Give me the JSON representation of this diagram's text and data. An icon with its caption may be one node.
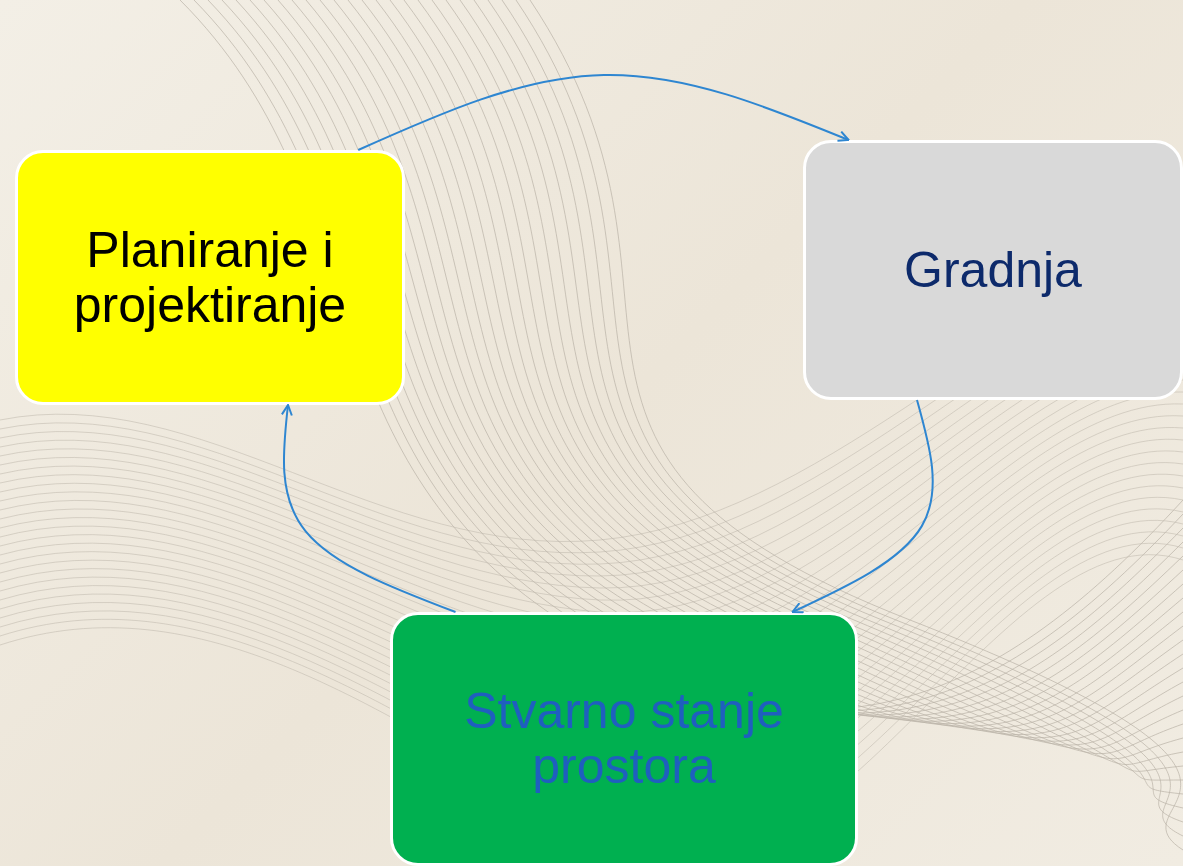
{
  "diagram": {
    "nodes": [
      {
        "text": [
          "Planiranje i projektiranje"
        ]
      },
      {
        "text": [
          "Gradnja"
        ]
      },
      {
        "text": [
          "Stvarno stanje prostora"
        ]
      }
    ],
    "edges": [
      {
        "from": 0,
        "to": 1,
        "arrow": "to"
      },
      {
        "from": 1,
        "to": 2,
        "arrow": "to"
      },
      {
        "from": 2,
        "to": 0,
        "arrow": "to"
      }
    ]
  }
}
